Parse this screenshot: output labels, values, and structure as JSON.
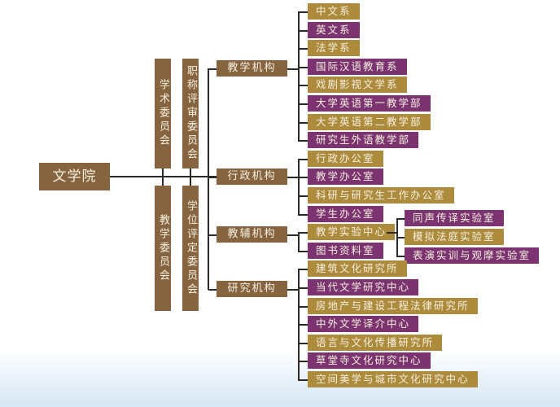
{
  "root": "文学院",
  "committees": [
    {
      "label": "学术委员会"
    },
    {
      "label": "职称评审委员会"
    },
    {
      "label": "教学委员会"
    },
    {
      "label": "学位评定委员会"
    }
  ],
  "colors": {
    "brown": "#85643f",
    "gold": "#ad8b3d",
    "purple": "#7b3470"
  },
  "groups": [
    {
      "label": "教学机构",
      "items": [
        {
          "label": "中文系",
          "color": "gold"
        },
        {
          "label": "英文系",
          "color": "purple"
        },
        {
          "label": "法学系",
          "color": "gold"
        },
        {
          "label": "国际汉语教育系",
          "color": "purple"
        },
        {
          "label": "戏剧影视文学系",
          "color": "gold"
        },
        {
          "label": "大学英语第一教学部",
          "color": "purple"
        },
        {
          "label": "大学英语第二教学部",
          "color": "gold"
        },
        {
          "label": "研究生外语教学部",
          "color": "purple"
        }
      ]
    },
    {
      "label": "行政机构",
      "items": [
        {
          "label": "行政办公室",
          "color": "gold"
        },
        {
          "label": "教学办公室",
          "color": "purple"
        },
        {
          "label": "科研与研究生工作办公室",
          "color": "gold"
        },
        {
          "label": "学生办公室",
          "color": "purple"
        }
      ]
    },
    {
      "label": "教辅机构",
      "items": [
        {
          "label": "教学实验中心",
          "color": "gold",
          "children": [
            {
              "label": "同声传译实验室",
              "color": "purple"
            },
            {
              "label": "模拟法庭实验室",
              "color": "gold"
            },
            {
              "label": "表演实训与观摩实验室",
              "color": "purple"
            }
          ]
        },
        {
          "label": "图书资料室",
          "color": "purple"
        }
      ]
    },
    {
      "label": "研究机构",
      "items": [
        {
          "label": "建筑文化研究所",
          "color": "gold"
        },
        {
          "label": "当代文学研究中心",
          "color": "purple"
        },
        {
          "label": "房地产与建设工程法律研究所",
          "color": "gold"
        },
        {
          "label": "中外文学译介中心",
          "color": "purple"
        },
        {
          "label": "语言与文化传播研究所",
          "color": "gold"
        },
        {
          "label": "草堂寺文化研究中心",
          "color": "purple"
        },
        {
          "label": "空间美学与城市文化研究中心",
          "color": "gold"
        }
      ]
    }
  ]
}
